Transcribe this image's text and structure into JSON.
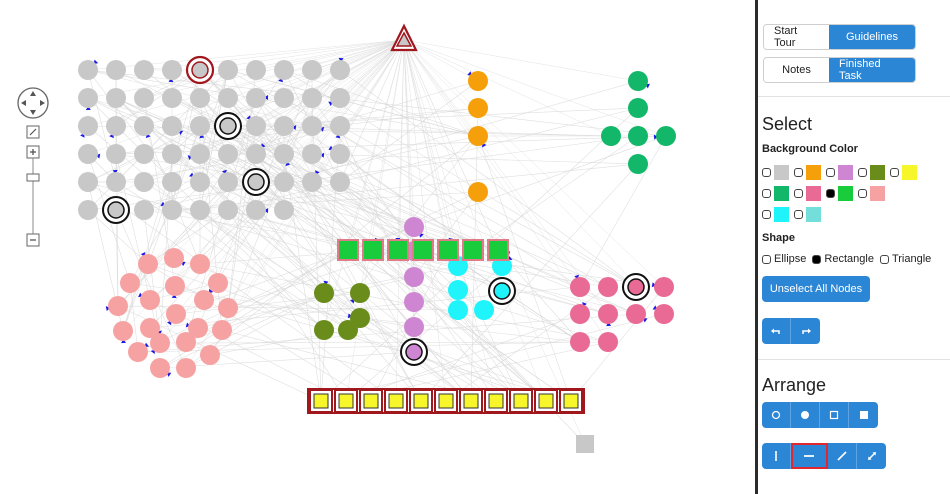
{
  "toolbar": {
    "start_tour": "Start Tour",
    "guidelines": "Guidelines",
    "notes": "Notes",
    "finished_task": "Finished Task"
  },
  "select": {
    "title": "Select",
    "background_color_label": "Background Color",
    "colors": [
      {
        "hex": "#c8c8c8",
        "checked": false
      },
      {
        "hex": "#f5a00a",
        "checked": false
      },
      {
        "hex": "#cf86d2",
        "checked": false
      },
      {
        "hex": "#6a8c1a",
        "checked": false
      },
      {
        "hex": "#f6f62a",
        "checked": false
      },
      {
        "hex": "#13b76a",
        "checked": false
      },
      {
        "hex": "#e96a95",
        "checked": false
      },
      {
        "hex": "#19cc3c",
        "checked": true
      },
      {
        "hex": "#f7a2a2",
        "checked": false
      },
      {
        "hex": "#1ff4fb",
        "checked": false
      },
      {
        "hex": "#74dedb",
        "checked": false
      }
    ],
    "shape_label": "Shape",
    "shapes": [
      {
        "label": "Ellipse",
        "checked": false
      },
      {
        "label": "Rectangle",
        "checked": true
      },
      {
        "label": "Triangle",
        "checked": false
      }
    ],
    "unselect_all": "Unselect All Nodes",
    "history_icons": [
      "undo-icon",
      "redo-icon"
    ]
  },
  "arrange": {
    "title": "Arrange",
    "shape_icons": [
      "circle-outline-icon",
      "circle-filled-icon",
      "square-outline-icon",
      "square-filled-icon"
    ],
    "line_icons": [
      "vertical-line-icon",
      "horizontal-line-icon",
      "diagonal-up-icon",
      "diagonal-expand-icon"
    ],
    "active_line_index": 1
  },
  "zoom": {
    "icons": [
      "pan-control-icon",
      "fit-icon",
      "zoom-in-icon",
      "zoom-out-icon"
    ],
    "level": 0.75
  },
  "graph": {
    "colors": {
      "gray": "#c8c8c8",
      "orange": "#f5a00a",
      "green": "#13b76a",
      "pink": "#f7a2a2",
      "olive": "#6a8c1a",
      "violet": "#cf86d2",
      "cyan": "#1ff4fb",
      "rose": "#e96a95",
      "square_green": "#19cc3c",
      "square_yellow": "#f6f62a",
      "highlight_red": "#a0171e",
      "arrow_blue": "#1a1ae6",
      "edge": "#d7d7d7"
    }
  }
}
